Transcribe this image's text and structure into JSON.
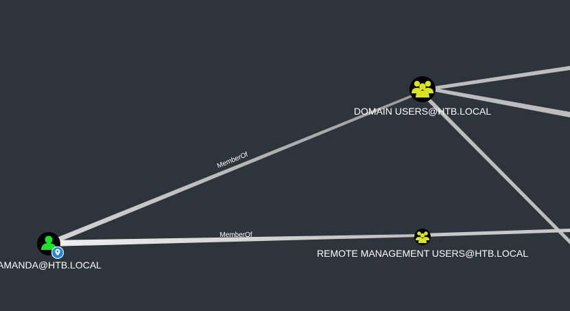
{
  "graph": {
    "nodes": [
      {
        "id": "amanda",
        "type": "user",
        "label": "AMANDA@HTB.LOCAL",
        "marker": "start-node",
        "icon": "user-icon",
        "color": "#17e625"
      },
      {
        "id": "domain_users",
        "type": "group",
        "label": "DOMAIN USERS@HTB.LOCAL",
        "icon": "group-icon",
        "color": "#dbe617"
      },
      {
        "id": "remote_mgmt",
        "type": "group",
        "label": "REMOTE MANAGEMENT USERS@HTB.LOCAL",
        "icon": "group-icon",
        "color": "#dbe617"
      }
    ],
    "edges": [
      {
        "from": "amanda",
        "to": "domain_users",
        "label": "MemberOf"
      },
      {
        "from": "amanda",
        "to": "remote_mgmt",
        "label": "MemberOf"
      }
    ],
    "colors": {
      "background": "#2e343b",
      "edge": "#c8c8c8",
      "label": "#ffffff",
      "marker": "#1e88e5"
    }
  }
}
